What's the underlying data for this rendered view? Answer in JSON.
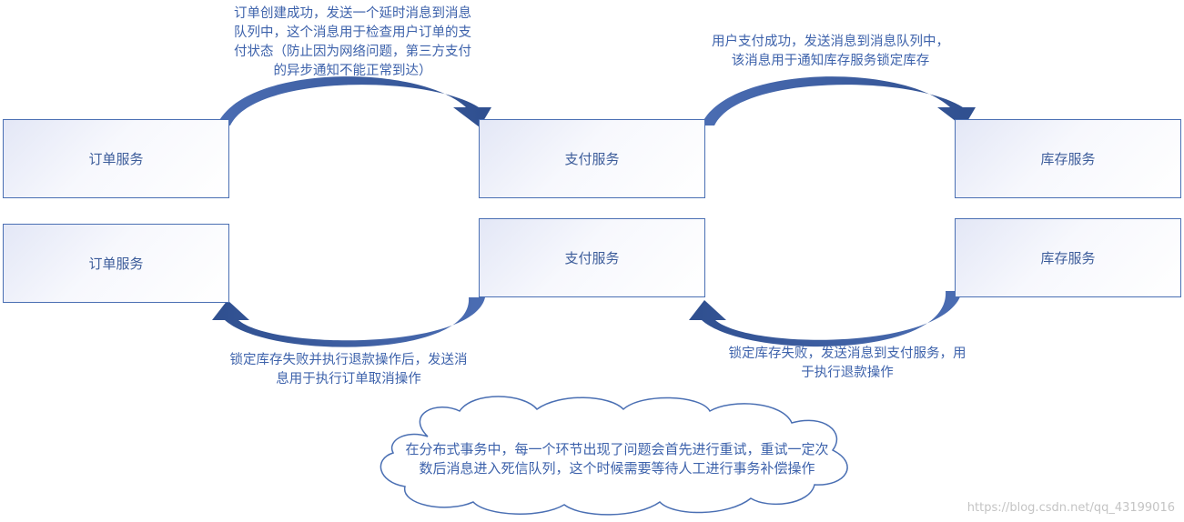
{
  "row1": {
    "order_service": "订单服务",
    "payment_service": "支付服务",
    "inventory_service": "库存服务"
  },
  "row2": {
    "order_service": "订单服务",
    "payment_service": "支付服务",
    "inventory_service": "库存服务"
  },
  "notes": {
    "order_to_payment": [
      "订单创建成功，发送一个延时消息到消息",
      "队列中，这个消息用于检查用户订单的支",
      "付状态（防止因为网络问题，第三方支付",
      "的异步通知不能正常到达）"
    ],
    "payment_to_inventory": [
      "用户支付成功，发送消息到消息队列中，",
      "该消息用于通知库存服务锁定库存"
    ],
    "payment_to_order": [
      "锁定库存失败并执行退款操作后，发送消",
      "息用于执行订单取消操作"
    ],
    "inventory_to_payment": [
      "锁定库存失败，发送消息到支付服务，用",
      "于执行退款操作"
    ]
  },
  "cloud": [
    "在分布式事务中，每一个环节出现了问题会首先进行重试，重试一定次",
    "数后消息进入死信队列，这个时候需要等待人工进行事务补偿操作"
  ],
  "watermark": "https://blog.csdn.net/qq_43199016",
  "colors": {
    "arrow_fill": "#3e5fa3",
    "box_border": "#4a6fb3",
    "text": "#3d62ab"
  }
}
